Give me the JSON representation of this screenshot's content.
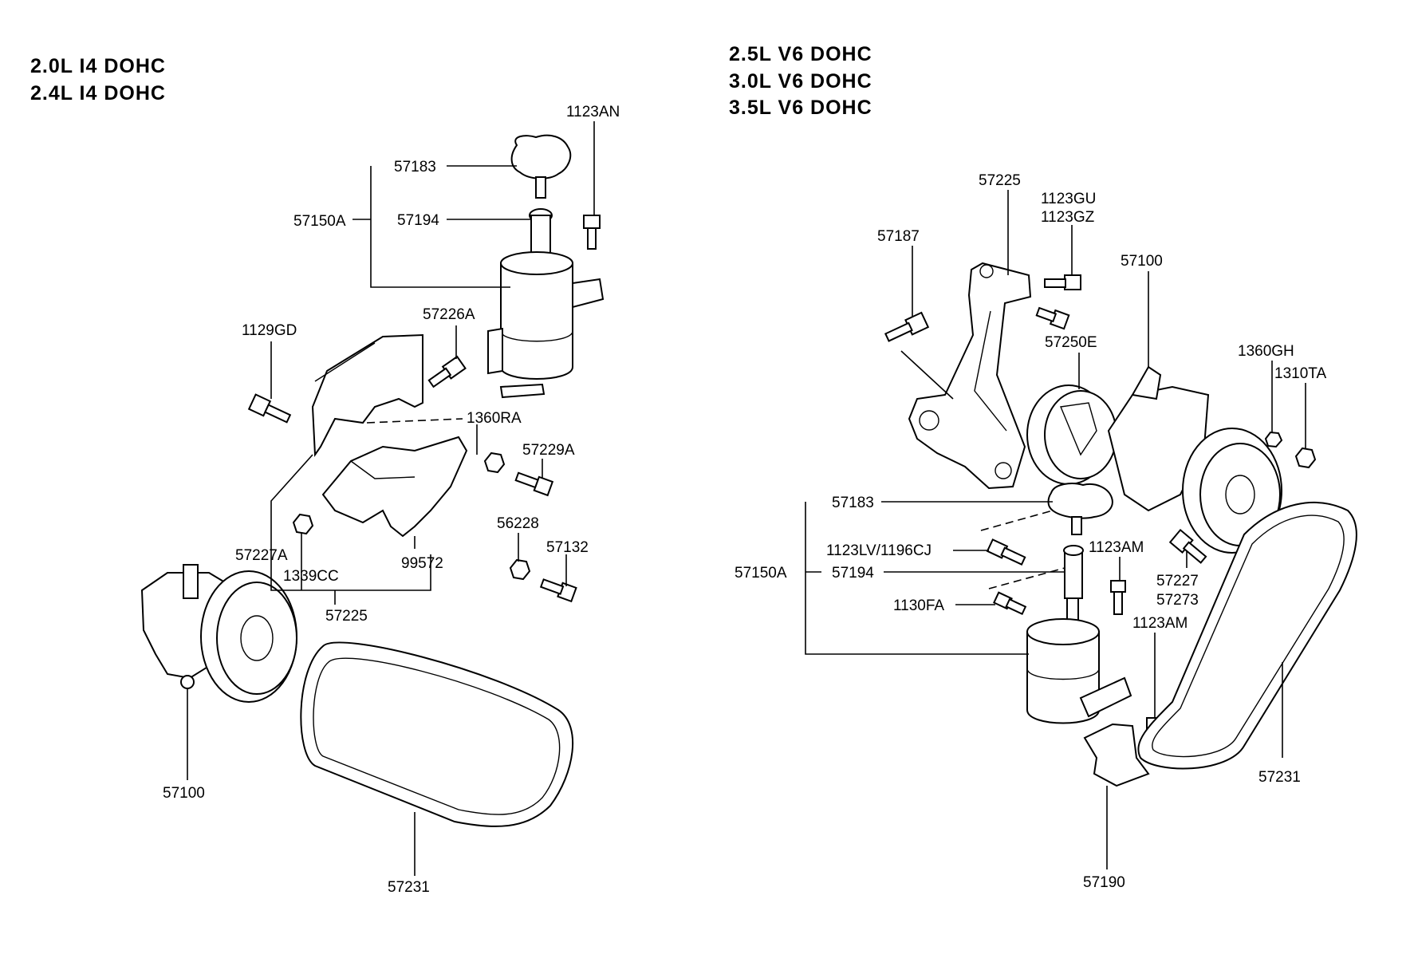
{
  "left_group": {
    "headers": [
      "2.0L  I4  DOHC",
      "2.4L  I4  DOHC"
    ],
    "labels": {
      "p1123AN": "1123AN",
      "p57183": "57183",
      "p57150A": "57150A",
      "p57194": "57194",
      "p57226A": "57226A",
      "p1129GD": "1129GD",
      "p1360RA": "1360RA",
      "p57229A": "57229A",
      "p56228": "56228",
      "p57132": "57132",
      "p57227A": "57227A",
      "p1339CC": "1339CC",
      "p99572": "99572",
      "p57225": "57225",
      "p57100": "57100",
      "p57231": "57231"
    }
  },
  "right_group": {
    "headers": [
      "2.5L  V6  DOHC",
      "3.0L  V6  DOHC",
      "3.5L  V6  DOHC"
    ],
    "labels": {
      "p57225": "57225",
      "p1123GU": "1123GU",
      "p1123GZ": "1123GZ",
      "p57187": "57187",
      "p57100": "57100",
      "p57250E": "57250E",
      "p1360GH": "1360GH",
      "p1310TA": "1310TA",
      "p57183": "57183",
      "p1123LV": "1123LV/1196CJ",
      "p57150A": "57150A",
      "p57194": "57194",
      "p1123AM_a": "1123AM",
      "p1130FA": "1130FA",
      "p57227": "57227",
      "p57273": "57273",
      "p1123AM_b": "1123AM",
      "p57231": "57231",
      "p57190": "57190"
    }
  }
}
